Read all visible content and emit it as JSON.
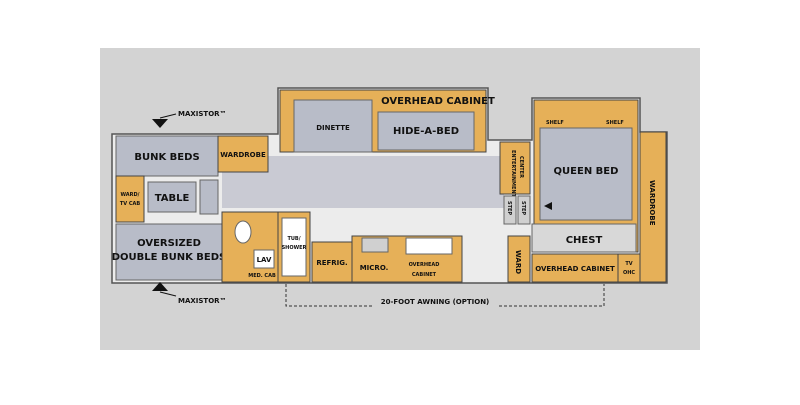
{
  "floorplan": {
    "maxistor_top": "MAXISTOR™",
    "maxistor_bottom": "MAXISTOR™",
    "bunk_beds": "BUNK BEDS",
    "wardrobe_left": "WARDROBE",
    "ward_tv_cab_line1": "WARD/",
    "ward_tv_cab_line2": "TV CAB",
    "table": "TABLE",
    "oversized_line1": "OVERSIZED",
    "oversized_line2": "DOUBLE BUNK BEDS",
    "dinette": "DINETTE",
    "overhead_cabinet_top": "OVERHEAD CABINET",
    "hide_a_bed": "HIDE-A-BED",
    "entertainment_center_line1": "ENTERTAINMENT",
    "entertainment_center_line2": "CENTER",
    "step_left": "STEP",
    "step_right": "STEP",
    "shelf_left": "SHELF",
    "shelf_right": "SHELF",
    "queen_bed": "QUEEN BED",
    "chest": "CHEST",
    "wardrobe_right": "WARDROBE",
    "lav": "LAV",
    "med_cab": "MED. CAB",
    "tub_shower_line1": "TUB/",
    "tub_shower_line2": "SHOWER",
    "refrig": "REFRIG.",
    "micro": "MICRO.",
    "overhead_cabinet_kitchen_line1": "OVERHEAD",
    "overhead_cabinet_kitchen_line2": "CABINET",
    "ward_bottom": "WARD",
    "overhead_cabinet_bottom": "OVERHEAD CABINET",
    "tv_ohc_line1": "TV",
    "tv_ohc_line2": "OHC",
    "awning": "20-FOOT AWNING (OPTION)"
  }
}
